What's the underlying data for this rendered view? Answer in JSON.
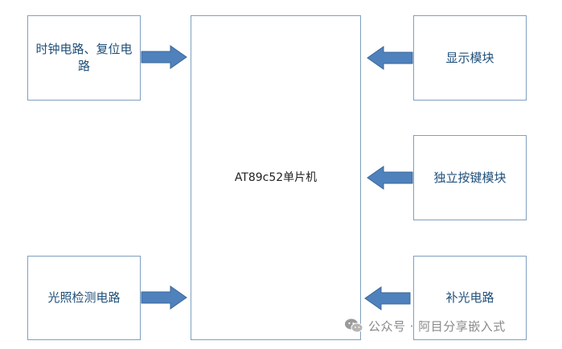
{
  "diagram": {
    "center": {
      "label": "AT89c52单片机"
    },
    "left_blocks": [
      {
        "label": "时钟电路、复位电路"
      },
      {
        "label": "光照检测电路"
      }
    ],
    "right_blocks": [
      {
        "label": "显示模块"
      },
      {
        "label": "独立按键模块"
      },
      {
        "label": "补光电路"
      }
    ],
    "colors": {
      "box_border": "#7f9fbf",
      "arrow_fill": "#4f81bd",
      "arrow_stroke": "#3a6796",
      "text": "#1f4f7a"
    }
  },
  "watermark": {
    "icon": "wechat-icon",
    "text": "公众号 · 阿目分享嵌入式"
  }
}
